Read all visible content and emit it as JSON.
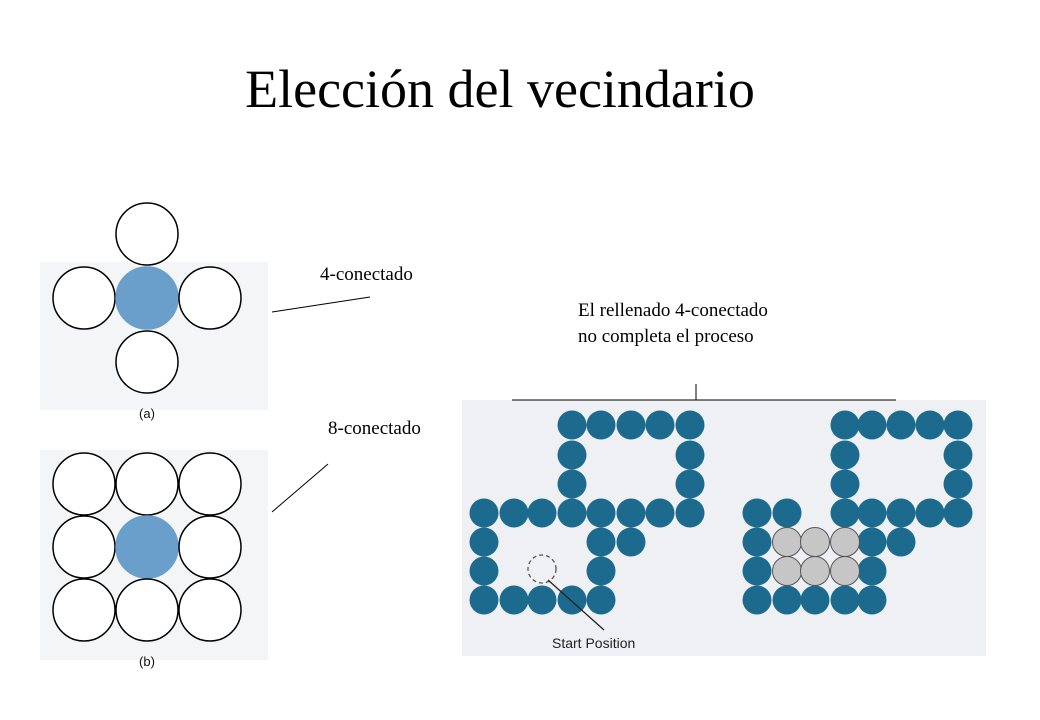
{
  "slide": {
    "title": "Elección del vecindario"
  },
  "labels": {
    "four_connected": "4-conectado",
    "eight_connected": "8-conectado",
    "note_line1": "El rellenado 4-conectado",
    "note_line2": "no completa el proceso"
  },
  "figure": {
    "caption_a": "(a)",
    "caption_b": "(b)",
    "start_position": "Start Position"
  },
  "colors": {
    "center_fill": "#6a9fcb",
    "pixel_fill": "#1c6b8e",
    "filled_gray": "#c6c6c6",
    "scan_background": "#eef0f3"
  }
}
